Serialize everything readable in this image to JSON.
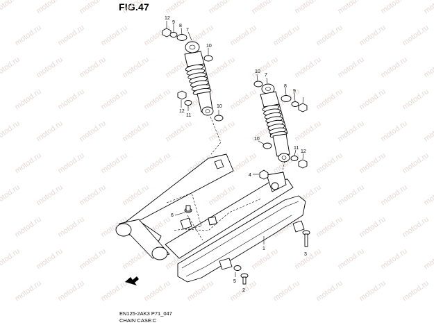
{
  "figure": {
    "title": "FIG.47",
    "code": "EN125-2AK3 P71_047",
    "caption": "CHAIN CASE:C"
  },
  "watermark": {
    "text": "motod.ru"
  },
  "callouts": {
    "left_shock": {
      "c12": "12",
      "c9": "9",
      "c8": "8",
      "c7": "7",
      "c12b": "12",
      "c11": "11",
      "c10": "10"
    },
    "right_shock": {
      "c10": "10",
      "c7": "7",
      "c8": "8",
      "c9": "9",
      "c10b": "10",
      "c11": "11",
      "c12": "12"
    },
    "swingarm": {
      "c4": "4",
      "c6": "6",
      "c1": "1",
      "c3": "3",
      "c5": "5",
      "c2": "2"
    }
  }
}
